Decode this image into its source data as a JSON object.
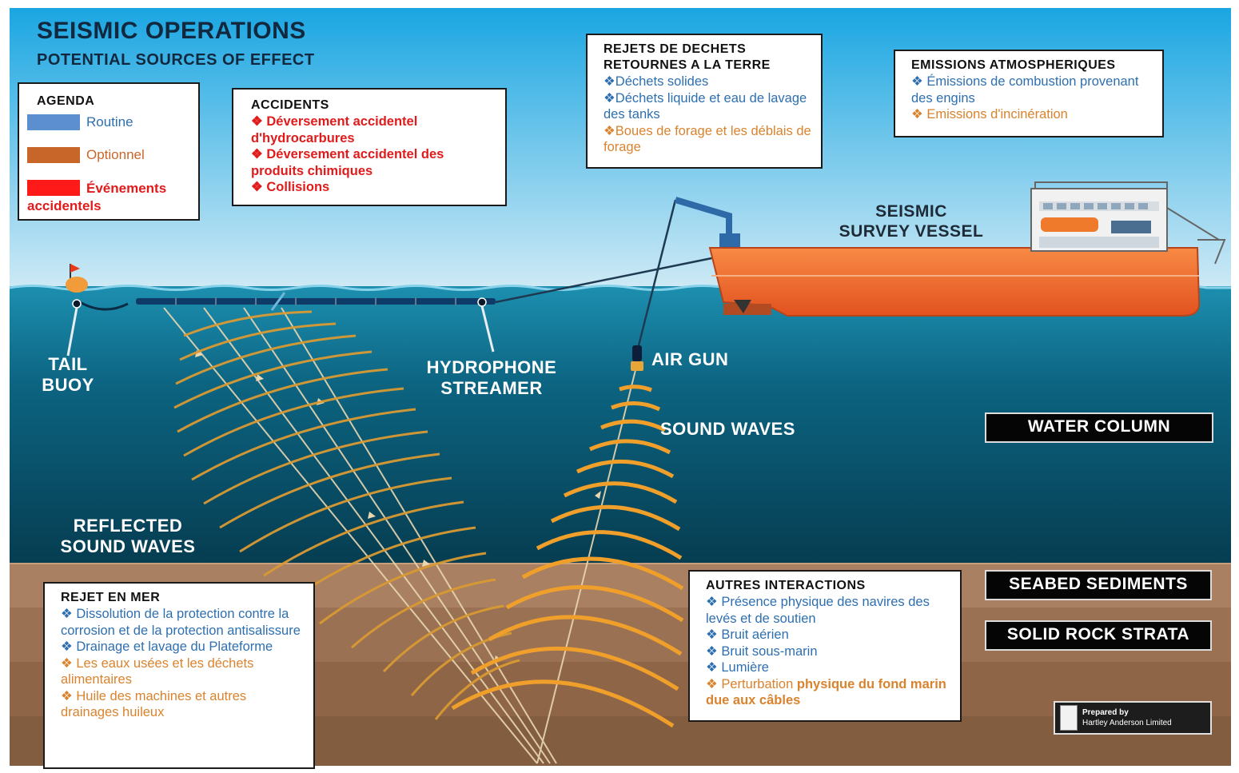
{
  "header": {
    "title": "SEISMIC OPERATIONS",
    "subtitle": "POTENTIAL SOURCES OF EFFECT"
  },
  "legend": {
    "title": "AGENDA",
    "items": [
      {
        "label": "Routine",
        "color": "#5b8fd0"
      },
      {
        "label": "Optionnel",
        "color": "#c8662a"
      },
      {
        "label": "Événements accidentels",
        "color": "#ff1a1a"
      }
    ]
  },
  "accidents": {
    "title": "ACCIDENTS",
    "items": [
      "❖ Déversement accidentel d'hydrocarbures",
      "❖ Déversement accidentel des produits chimiques",
      "❖ Collisions"
    ]
  },
  "land_waste": {
    "title_line1": "REJETS DE DECHETS",
    "title_line2": "RETOURNES A LA TERRE",
    "items": [
      {
        "text": "❖Déchets solides",
        "kind": "routine"
      },
      {
        "text": "❖Déchets liquide et eau de lavage des tanks",
        "kind": "routine"
      },
      {
        "text": "❖Boues de forage et les déblais de forage",
        "kind": "optional"
      }
    ]
  },
  "emissions": {
    "title": "EMISSIONS ATMOSPHERIQUES",
    "items": [
      {
        "text": "❖ Émissions de combustion provenant des engins",
        "kind": "routine"
      },
      {
        "text": "❖ Emissions d'incinération",
        "kind": "optional"
      }
    ]
  },
  "sea_discharge": {
    "title": "REJET EN MER",
    "items": [
      {
        "text": "❖ Dissolution de la protection contre la corrosion et de la protection antisalissure",
        "kind": "routine"
      },
      {
        "text": "❖ Drainage et lavage du Plateforme",
        "kind": "routine"
      },
      {
        "text": "❖ Les eaux usées et les déchets alimentaires",
        "kind": "optional"
      },
      {
        "text": "❖ Huile des machines et autres drainages huileux",
        "kind": "optional"
      }
    ]
  },
  "other_interactions": {
    "title": "AUTRES INTERACTIONS",
    "items": [
      {
        "text": "❖ Présence physique des navires des levés et de soutien",
        "kind": "routine"
      },
      {
        "text": "❖ Bruit aérien",
        "kind": "routine"
      },
      {
        "text": "❖ Bruit sous-marin",
        "kind": "routine"
      },
      {
        "text": "❖ Lumière",
        "kind": "routine"
      }
    ],
    "last_item_part1": "❖ Perturbation ",
    "last_item_part2": "physique du fond marin due aux câbles"
  },
  "scene_labels": {
    "vessel_line1": "SEISMIC",
    "vessel_line2": "SURVEY VESSEL",
    "tail_buoy_line1": "TAIL",
    "tail_buoy_line2": "BUOY",
    "streamer_line1": "HYDROPHONE",
    "streamer_line2": "STREAMER",
    "air_gun": "AIR GUN",
    "sound_waves": "SOUND WAVES",
    "reflected_line1": "REFLECTED",
    "reflected_line2": "SOUND WAVES"
  },
  "layers": {
    "water_column": "WATER COLUMN",
    "seabed_sediments": "SEABED SEDIMENTS",
    "solid_rock": "SOLID ROCK STRATA"
  },
  "credit": {
    "line1": "Prepared by",
    "line2": "Hartley Anderson Limited"
  },
  "colors": {
    "sky": "#2fb0e3",
    "sea": "#0b5d77",
    "sediment": "#a27a59",
    "hull": "#f36a2c",
    "waves": "#e3a12c"
  }
}
